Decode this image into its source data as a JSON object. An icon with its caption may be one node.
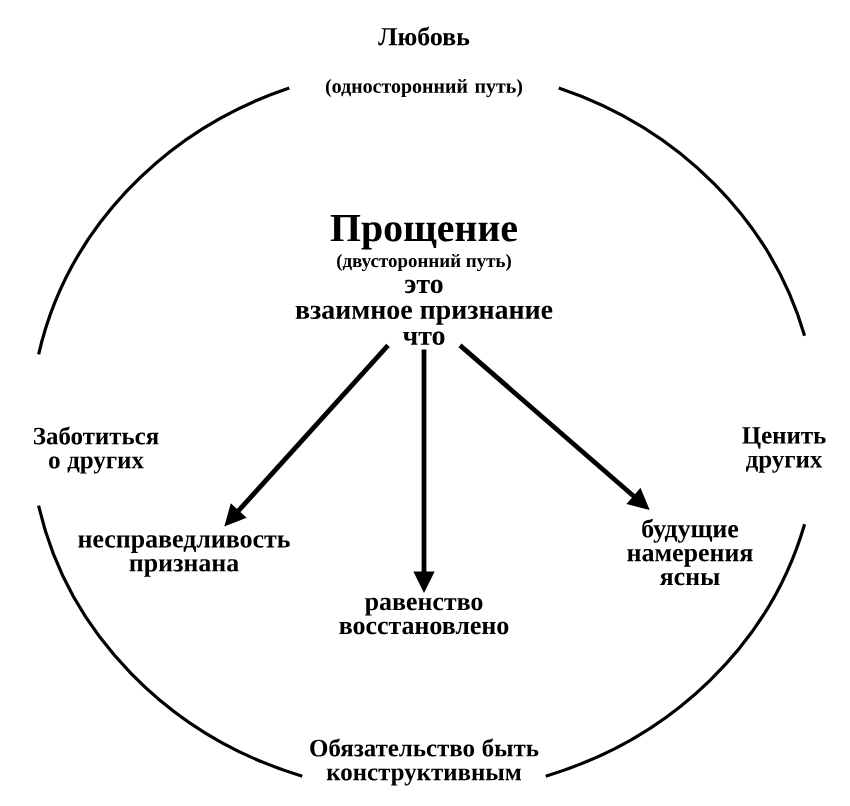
{
  "diagram": {
    "nodes": [
      {
        "text": [
          "Прощение",
          "(двусторонний путь)",
          "это",
          "взаимное признание",
          "что"
        ]
      },
      {
        "text": [
          "несправедливость признана"
        ]
      },
      {
        "text": [
          "равенство восстановлено"
        ]
      },
      {
        "text": [
          "будущие намерения ясны"
        ]
      }
    ],
    "edges": [
      {
        "from": 0,
        "to": 1,
        "arrow": "to"
      },
      {
        "from": 0,
        "to": 2,
        "arrow": "to"
      },
      {
        "from": 0,
        "to": 3,
        "arrow": "to"
      }
    ],
    "labels": [
      "Любовь",
      "(односторонний путь)",
      "Заботиться о других",
      "Ценить других",
      "Обязательство быть конструктивным"
    ]
  }
}
